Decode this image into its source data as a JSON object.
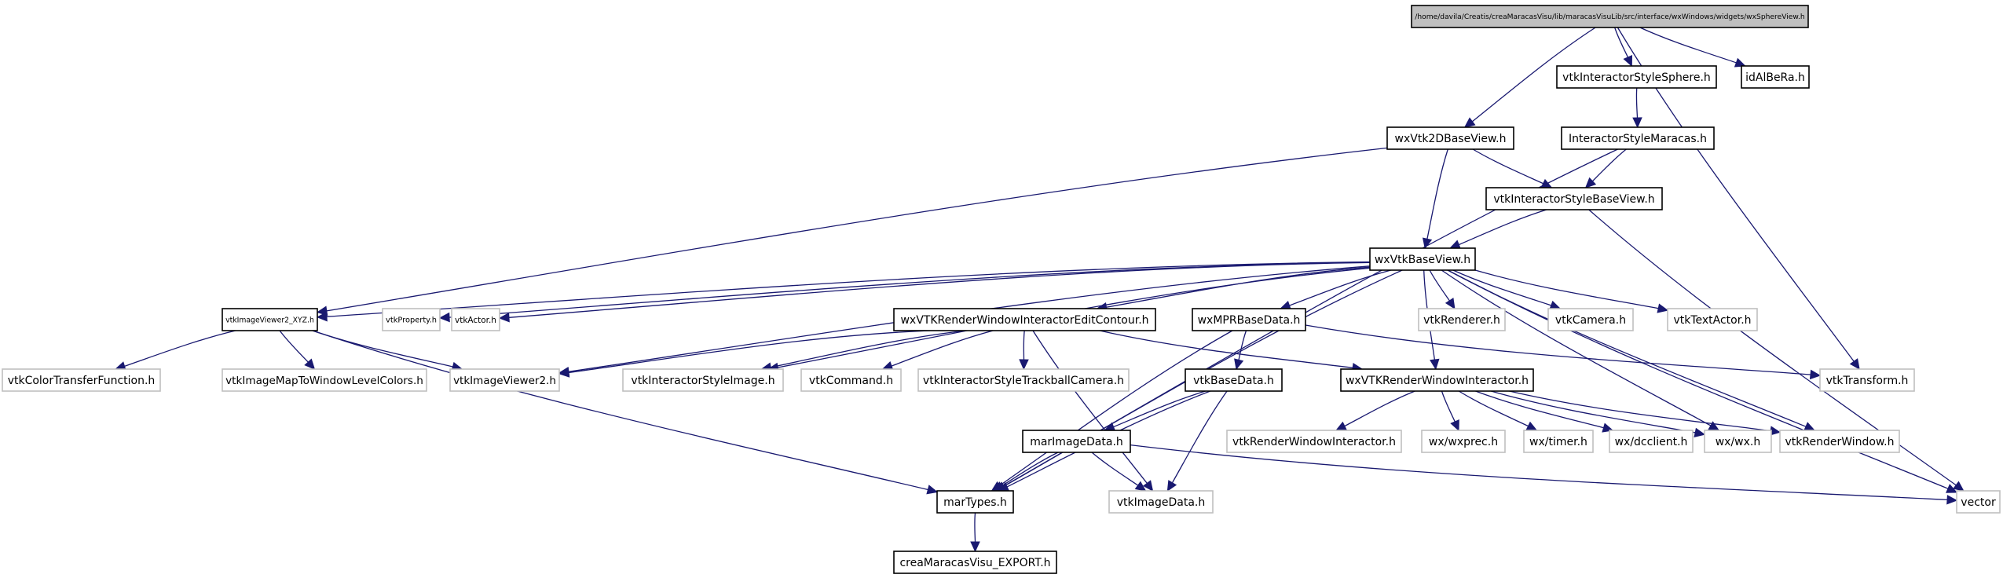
{
  "diagram": {
    "type": "include-dependency-graph",
    "colors": {
      "edge": "#191970",
      "root_fill": "#bfbfbf",
      "internal_border": "#000000",
      "external_border": "#bfbfbf",
      "background": "#ffffff"
    },
    "nodes": [
      {
        "id": "root",
        "label": "/home/davila/Creatis/creaMaracasVisu/lib/maracasVisuLib/src/interface/wxWindows/widgets/wxSphereView.h",
        "kind": "root"
      },
      {
        "id": "vtkInteractorStyleSphere",
        "label": "vtkInteractorStyleSphere.h",
        "kind": "internal"
      },
      {
        "id": "idAlBeRa",
        "label": "idAlBeRa.h",
        "kind": "internal"
      },
      {
        "id": "wxVtk2DBaseView",
        "label": "wxVtk2DBaseView.h",
        "kind": "internal"
      },
      {
        "id": "InteractorStyleMaracas",
        "label": "InteractorStyleMaracas.h",
        "kind": "internal"
      },
      {
        "id": "vtkInteractorStyleBaseView",
        "label": "vtkInteractorStyleBaseView.h",
        "kind": "internal"
      },
      {
        "id": "wxVtkBaseView",
        "label": "wxVtkBaseView.h",
        "kind": "internal"
      },
      {
        "id": "vtkImageViewer2_XYZ",
        "label": "vtkImageViewer2_XYZ.h",
        "kind": "internal"
      },
      {
        "id": "vtkProperty",
        "label": "vtkProperty.h",
        "kind": "external"
      },
      {
        "id": "vtkActor",
        "label": "vtkActor.h",
        "kind": "external"
      },
      {
        "id": "wxVTKRenderWindowInteractorEditContour",
        "label": "wxVTKRenderWindowInteractorEditContour.h",
        "kind": "internal"
      },
      {
        "id": "wxMPRBaseData",
        "label": "wxMPRBaseData.h",
        "kind": "internal"
      },
      {
        "id": "vtkRenderer",
        "label": "vtkRenderer.h",
        "kind": "external"
      },
      {
        "id": "vtkCamera",
        "label": "vtkCamera.h",
        "kind": "external"
      },
      {
        "id": "vtkTextActor",
        "label": "vtkTextActor.h",
        "kind": "external"
      },
      {
        "id": "vtkColorTransferFunction",
        "label": "vtkColorTransferFunction.h",
        "kind": "external"
      },
      {
        "id": "vtkImageMapToWindowLevelColors",
        "label": "vtkImageMapToWindowLevelColors.h",
        "kind": "external"
      },
      {
        "id": "vtkImageViewer2",
        "label": "vtkImageViewer2.h",
        "kind": "external"
      },
      {
        "id": "vtkInteractorStyleImage",
        "label": "vtkInteractorStyleImage.h",
        "kind": "external"
      },
      {
        "id": "vtkCommand",
        "label": "vtkCommand.h",
        "kind": "external"
      },
      {
        "id": "vtkInteractorStyleTrackballCamera",
        "label": "vtkInteractorStyleTrackballCamera.h",
        "kind": "external"
      },
      {
        "id": "vtkBaseData",
        "label": "vtkBaseData.h",
        "kind": "internal"
      },
      {
        "id": "wxVTKRenderWindowInteractor",
        "label": "wxVTKRenderWindowInteractor.h",
        "kind": "internal"
      },
      {
        "id": "vtkTransform",
        "label": "vtkTransform.h",
        "kind": "external"
      },
      {
        "id": "marImageData",
        "label": "marImageData.h",
        "kind": "internal"
      },
      {
        "id": "vtkRenderWindowInteractor",
        "label": "vtkRenderWindowInteractor.h",
        "kind": "external"
      },
      {
        "id": "wxwxprec",
        "label": "wx/wxprec.h",
        "kind": "external"
      },
      {
        "id": "wxtimer",
        "label": "wx/timer.h",
        "kind": "external"
      },
      {
        "id": "wxdcclient",
        "label": "wx/dcclient.h",
        "kind": "external"
      },
      {
        "id": "wxwx",
        "label": "wx/wx.h",
        "kind": "external"
      },
      {
        "id": "vtkRenderWindow",
        "label": "vtkRenderWindow.h",
        "kind": "external"
      },
      {
        "id": "marTypes",
        "label": "marTypes.h",
        "kind": "internal"
      },
      {
        "id": "vtkImageData",
        "label": "vtkImageData.h",
        "kind": "external"
      },
      {
        "id": "vector",
        "label": "vector",
        "kind": "external"
      },
      {
        "id": "creaMaracasVisu_EXPORT",
        "label": "creaMaracasVisu_EXPORT.h",
        "kind": "internal"
      }
    ],
    "edges": [
      [
        "root",
        "wxVtk2DBaseView"
      ],
      [
        "root",
        "vtkInteractorStyleSphere"
      ],
      [
        "root",
        "idAlBeRa"
      ],
      [
        "root",
        "vtkTransform"
      ],
      [
        "vtkInteractorStyleSphere",
        "InteractorStyleMaracas"
      ],
      [
        "wxVtk2DBaseView",
        "vtkImageViewer2_XYZ"
      ],
      [
        "wxVtk2DBaseView",
        "wxVtkBaseView"
      ],
      [
        "wxVtk2DBaseView",
        "vtkInteractorStyleBaseView"
      ],
      [
        "InteractorStyleMaracas",
        "vtkInteractorStyleBaseView"
      ],
      [
        "InteractorStyleMaracas",
        "marTypes"
      ],
      [
        "vtkInteractorStyleBaseView",
        "wxVtkBaseView"
      ],
      [
        "vtkInteractorStyleBaseView",
        "vector"
      ],
      [
        "wxVtkBaseView",
        "vtkImageViewer2_XYZ"
      ],
      [
        "wxVtkBaseView",
        "vtkProperty"
      ],
      [
        "wxVtkBaseView",
        "vtkActor"
      ],
      [
        "wxVtkBaseView",
        "vtkImageViewer2"
      ],
      [
        "wxVtkBaseView",
        "vtkInteractorStyleImage"
      ],
      [
        "wxVtkBaseView",
        "marTypes"
      ],
      [
        "wxVtkBaseView",
        "wxVTKRenderWindowInteractorEditContour"
      ],
      [
        "wxVtkBaseView",
        "wxMPRBaseData"
      ],
      [
        "wxVtkBaseView",
        "vtkRenderer"
      ],
      [
        "wxVtkBaseView",
        "wxVTKRenderWindowInteractor"
      ],
      [
        "wxVtkBaseView",
        "vtkCamera"
      ],
      [
        "wxVtkBaseView",
        "vtkTextActor"
      ],
      [
        "wxVtkBaseView",
        "wxwx"
      ],
      [
        "wxVtkBaseView",
        "vtkRenderWindow"
      ],
      [
        "wxVtkBaseView",
        "vector"
      ],
      [
        "vtkImageViewer2_XYZ",
        "vtkColorTransferFunction"
      ],
      [
        "vtkImageViewer2_XYZ",
        "vtkImageMapToWindowLevelColors"
      ],
      [
        "vtkImageViewer2_XYZ",
        "vtkImageViewer2"
      ],
      [
        "vtkImageViewer2_XYZ",
        "marTypes"
      ],
      [
        "wxVTKRenderWindowInteractorEditContour",
        "vtkImageViewer2"
      ],
      [
        "wxVTKRenderWindowInteractorEditContour",
        "vtkInteractorStyleImage"
      ],
      [
        "wxVTKRenderWindowInteractorEditContour",
        "vtkCommand"
      ],
      [
        "wxVTKRenderWindowInteractorEditContour",
        "vtkInteractorStyleTrackballCamera"
      ],
      [
        "wxVTKRenderWindowInteractorEditContour",
        "wxVTKRenderWindowInteractor"
      ],
      [
        "wxVTKRenderWindowInteractorEditContour",
        "vtkImageData"
      ],
      [
        "wxMPRBaseData",
        "vtkBaseData"
      ],
      [
        "wxMPRBaseData",
        "marTypes"
      ],
      [
        "wxMPRBaseData",
        "vtkTransform"
      ],
      [
        "vtkBaseData",
        "marTypes"
      ],
      [
        "vtkBaseData",
        "marImageData"
      ],
      [
        "vtkBaseData",
        "vtkImageData"
      ],
      [
        "marImageData",
        "marTypes"
      ],
      [
        "marImageData",
        "vtkImageData"
      ],
      [
        "marImageData",
        "vector"
      ],
      [
        "wxVTKRenderWindowInteractor",
        "vtkRenderWindowInteractor"
      ],
      [
        "wxVTKRenderWindowInteractor",
        "wxwxprec"
      ],
      [
        "wxVTKRenderWindowInteractor",
        "wxtimer"
      ],
      [
        "wxVTKRenderWindowInteractor",
        "wxdcclient"
      ],
      [
        "wxVTKRenderWindowInteractor",
        "wxwx"
      ],
      [
        "wxVTKRenderWindowInteractor",
        "vtkRenderWindow"
      ],
      [
        "marTypes",
        "creaMaracasVisu_EXPORT"
      ]
    ]
  }
}
